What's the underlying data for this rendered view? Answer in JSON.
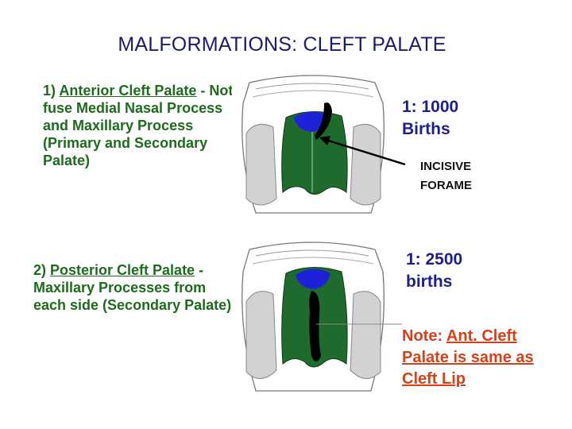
{
  "slide": {
    "title": "MALFORMATIONS: CLEFT PALATE",
    "anterior": {
      "number": "1) ",
      "name": "Anterior Cleft Palate",
      "dash": " -",
      "description": "Not fuse Medial Nasal Process and Maxillary Process (Primary and Secondary Palate)",
      "incidence": "1: 1000 Births"
    },
    "posterior": {
      "number": "2) ",
      "name": "Posterior Cleft Palate",
      "dash": " -",
      "description": "Maxillary Processes from each side (Secondary Palate)",
      "incidence": "1: 2500 births"
    },
    "pointer_label": "INCISIVE FORAME",
    "note": {
      "prefix": "Note: ",
      "text": "Ant. Cleft Palate is same as Cleft Lip"
    }
  },
  "colors": {
    "title": "#1c1c6e",
    "green_text": "#1e6a1e",
    "ratio_text": "#1e1e8c",
    "note_text": "#d4421a",
    "palate_green": "#1f6b2d",
    "premaxilla_blue": "#1d22d8",
    "cleft": "#000000"
  }
}
